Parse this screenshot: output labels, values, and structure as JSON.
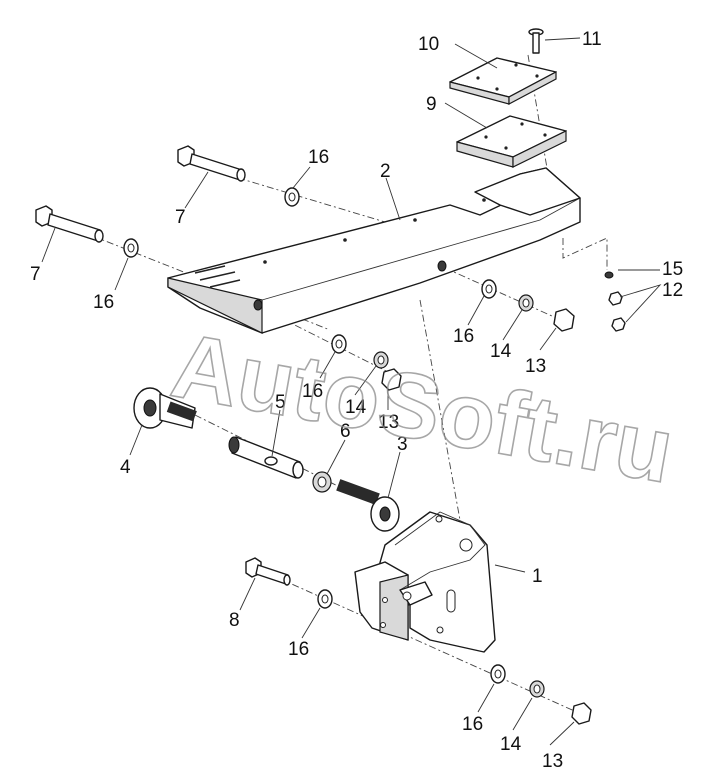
{
  "watermark": "AutoSoft.ru",
  "callouts": {
    "c1": "1",
    "c2": "2",
    "c3": "3",
    "c4": "4",
    "c5": "5",
    "c6": "6",
    "c7a": "7",
    "c7b": "7",
    "c8": "8",
    "c9": "9",
    "c10": "10",
    "c11": "11",
    "c12": "12",
    "c13a": "13",
    "c13b": "13",
    "c13c": "13",
    "c14a": "14",
    "c14b": "14",
    "c14c": "14",
    "c15": "15",
    "c16a": "16",
    "c16b": "16",
    "c16c": "16",
    "c16d": "16",
    "c16e": "16"
  }
}
